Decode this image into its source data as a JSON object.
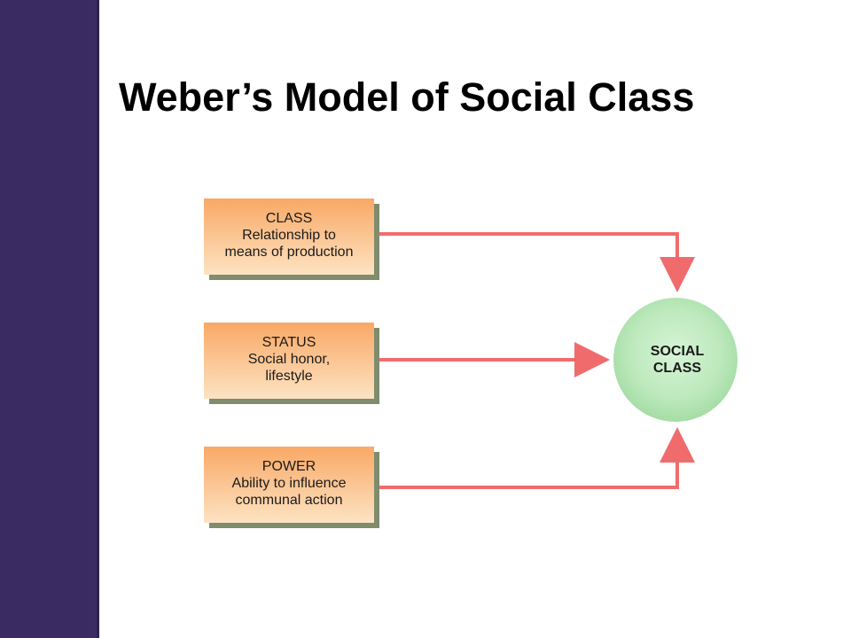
{
  "slide": {
    "title": "Weber’s Model of Social Class"
  },
  "diagram": {
    "factors": [
      {
        "heading": "CLASS",
        "line1": "Relationship to",
        "line2": "means of production"
      },
      {
        "heading": "STATUS",
        "line1": "Social honor,",
        "line2": "lifestyle"
      },
      {
        "heading": "POWER",
        "line1": "Ability to influence",
        "line2": "communal action"
      }
    ],
    "outcome": {
      "line1": "SOCIAL",
      "line2": "CLASS"
    },
    "colors": {
      "sidebar": "#3a2c63",
      "box_fill": "#f9b477",
      "box_shadow": "#7f8c6d",
      "arrow": "#f06c6c",
      "circle": "#b6e6b6"
    }
  }
}
